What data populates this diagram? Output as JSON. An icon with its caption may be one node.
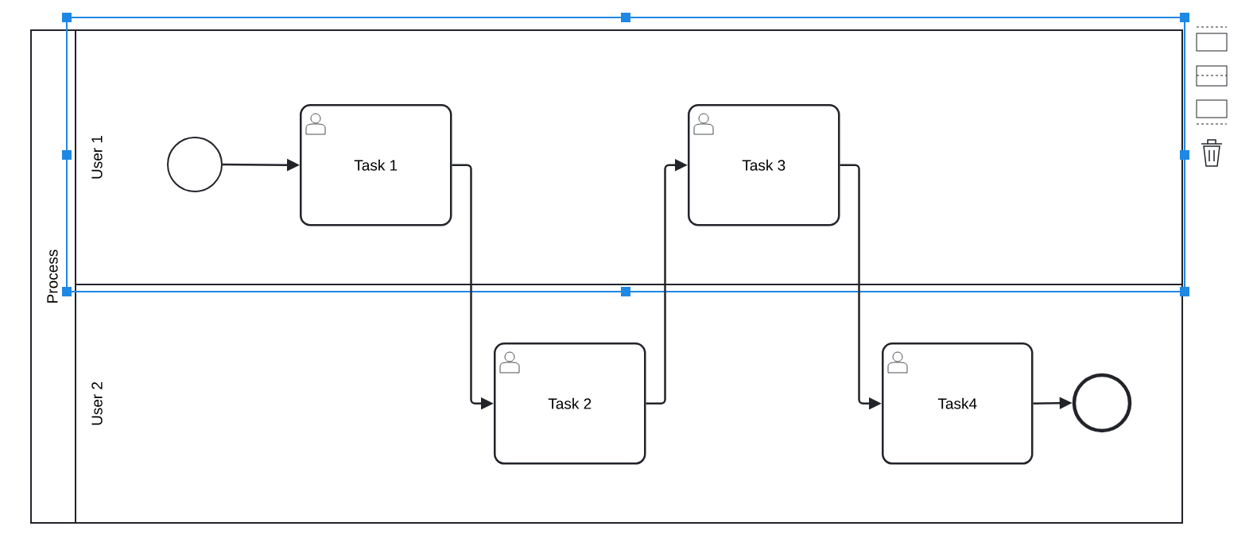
{
  "diagram": {
    "nodes": [
      {
        "text": [
          "Process"
        ]
      },
      {
        "text": [
          "User 1"
        ],
        "in": 0
      },
      {
        "text": [
          "User 2"
        ],
        "in": 0
      },
      {
        "text": [],
        "shape": "circle",
        "in": 1
      },
      {
        "text": [
          "Task 1"
        ],
        "in": 1
      },
      {
        "text": [
          "Task 3"
        ],
        "in": 1
      },
      {
        "text": [
          "Task 2"
        ],
        "in": 2
      },
      {
        "text": [
          "Task4"
        ],
        "in": 2
      },
      {
        "text": [],
        "shape": "circle",
        "in": 2
      }
    ],
    "edges": [
      {
        "from": 3,
        "to": 4,
        "arrow": "to"
      },
      {
        "from": 4,
        "to": 6,
        "arrow": "to"
      },
      {
        "from": 6,
        "to": 5,
        "arrow": "to"
      },
      {
        "from": 5,
        "to": 7,
        "arrow": "to"
      },
      {
        "from": 7,
        "to": 8,
        "arrow": "to"
      }
    ]
  }
}
